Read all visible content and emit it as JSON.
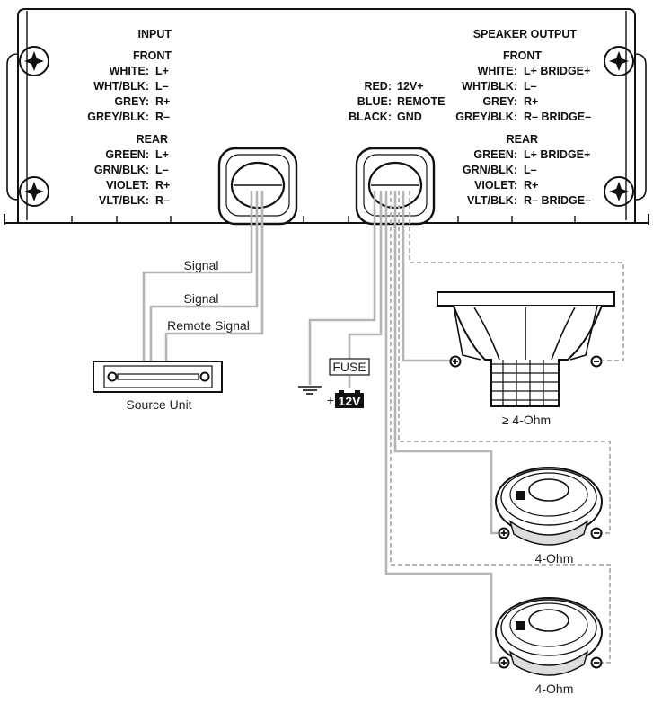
{
  "amplifier": {
    "input_title": "INPUT",
    "output_title": "SPEAKER OUTPUT",
    "input_front": {
      "title": "FRONT",
      "rows": [
        {
          "color": "WHITE:",
          "pin": "L+"
        },
        {
          "color": "WHT/BLK:",
          "pin": "L–"
        },
        {
          "color": "GREY:",
          "pin": "R+"
        },
        {
          "color": "GREY/BLK:",
          "pin": "R–"
        }
      ]
    },
    "input_rear": {
      "title": "REAR",
      "rows": [
        {
          "color": "GREEN:",
          "pin": "L+"
        },
        {
          "color": "GRN/BLK:",
          "pin": "L–"
        },
        {
          "color": "VIOLET:",
          "pin": "R+"
        },
        {
          "color": "VLT/BLK:",
          "pin": "R–"
        }
      ]
    },
    "power": {
      "rows": [
        {
          "color": "RED:",
          "pin": "12V+"
        },
        {
          "color": "BLUE:",
          "pin": "REMOTE"
        },
        {
          "color": "BLACK:",
          "pin": "GND"
        }
      ]
    },
    "output_front": {
      "title": "FRONT",
      "rows": [
        {
          "color": "WHITE:",
          "pin": "L+ BRIDGE+"
        },
        {
          "color": "WHT/BLK:",
          "pin": "L–"
        },
        {
          "color": "GREY:",
          "pin": "R+"
        },
        {
          "color": "GREY/BLK:",
          "pin": "R– BRIDGE–"
        }
      ]
    },
    "output_rear": {
      "title": "REAR",
      "rows": [
        {
          "color": "GREEN:",
          "pin": "L+ BRIDGE+"
        },
        {
          "color": "GRN/BLK:",
          "pin": "L–"
        },
        {
          "color": "VIOLET:",
          "pin": "R+"
        },
        {
          "color": "VLT/BLK:",
          "pin": "R– BRIDGE–"
        }
      ]
    }
  },
  "wiring": {
    "signal_1": "Signal",
    "signal_2": "Signal",
    "remote_signal": "Remote Signal",
    "source_unit": "Source Unit",
    "fuse": "FUSE",
    "battery": "12V",
    "battery_plus": "+"
  },
  "speakers": {
    "subwoofer_impedance": "≥ 4-Ohm",
    "speaker_1_impedance": "4-Ohm",
    "speaker_2_impedance": "4-Ohm",
    "plus_symbol": "+",
    "minus_symbol": "–"
  }
}
